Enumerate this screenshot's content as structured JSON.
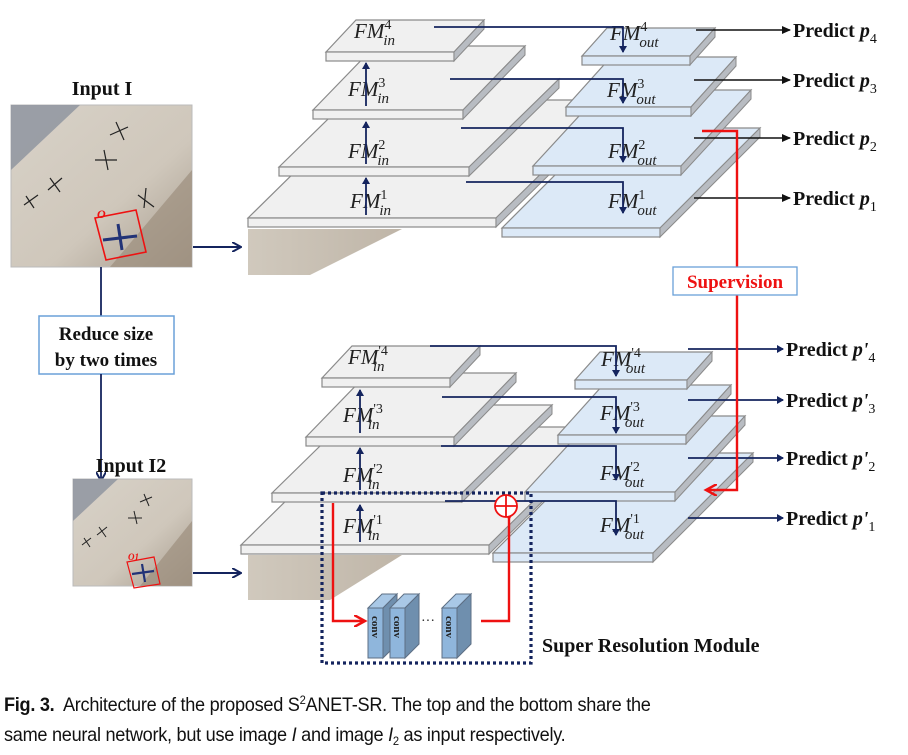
{
  "diagram": {
    "inputs": {
      "top": {
        "label": "Input I",
        "box_label": "O"
      },
      "bottom": {
        "label": "Input I2",
        "box_label": "O1"
      }
    },
    "reduce_box": {
      "line1": "Reduce size",
      "line2": "by two times"
    },
    "supervision_label": "Supervision",
    "sr_module_label": "Super Resolution Module",
    "conv_label": "conv",
    "conv_ellipsis": "···",
    "top_pyramid": {
      "in_layers": [
        {
          "base": "FM",
          "sup": "4",
          "sub": "in"
        },
        {
          "base": "FM",
          "sup": "3",
          "sub": "in"
        },
        {
          "base": "FM",
          "sup": "2",
          "sub": "in"
        },
        {
          "base": "FM",
          "sup": "1",
          "sub": "in"
        }
      ],
      "out_layers": [
        {
          "base": "FM",
          "sup": "4",
          "sub": "out"
        },
        {
          "base": "FM",
          "sup": "3",
          "sub": "out"
        },
        {
          "base": "FM",
          "sup": "2",
          "sub": "out"
        },
        {
          "base": "FM",
          "sup": "1",
          "sub": "out"
        }
      ],
      "predictions": [
        {
          "prefix": "Predict ",
          "var": "p",
          "sub": "4"
        },
        {
          "prefix": "Predict ",
          "var": "p",
          "sub": "3"
        },
        {
          "prefix": "Predict ",
          "var": "p",
          "sub": "2"
        },
        {
          "prefix": "Predict ",
          "var": "p",
          "sub": "1"
        }
      ]
    },
    "bottom_pyramid": {
      "in_layers": [
        {
          "base": "FM",
          "sup": "'4",
          "sub": "in"
        },
        {
          "base": "FM",
          "sup": "'3",
          "sub": "in"
        },
        {
          "base": "FM",
          "sup": "'2",
          "sub": "in"
        },
        {
          "base": "FM",
          "sup": "'1",
          "sub": "in"
        }
      ],
      "out_layers": [
        {
          "base": "FM",
          "sup": "'4",
          "sub": "out"
        },
        {
          "base": "FM",
          "sup": "'3",
          "sub": "out"
        },
        {
          "base": "FM",
          "sup": "'2",
          "sub": "out"
        },
        {
          "base": "FM",
          "sup": "'1",
          "sub": "out"
        }
      ],
      "predictions": [
        {
          "prefix": "Predict ",
          "var": "p'",
          "sub": "4"
        },
        {
          "prefix": "Predict ",
          "var": "p'",
          "sub": "3"
        },
        {
          "prefix": "Predict ",
          "var": "p'",
          "sub": "2"
        },
        {
          "prefix": "Predict ",
          "var": "p'",
          "sub": "1"
        }
      ]
    },
    "colors": {
      "in_plane": "#f0f0f0",
      "out_plane": "#dce9f7",
      "plane_edge": "#8a8a8a",
      "arrow_navy": "#14245e",
      "supervision_red": "#ee1111",
      "box_border": "#6aa0d8",
      "conv_fill": "#8fb6dc"
    }
  },
  "caption": {
    "fig_label": "Fig. 3.",
    "text1": "Architecture of the proposed S",
    "sup": "2",
    "text2": "ANET-SR. The top and the bottom share the",
    "text3": "same neural network, but use image ",
    "var1": "I",
    "text4": " and image ",
    "var2": "I",
    "var2_sub": "2",
    "text5": " as input respectively."
  }
}
